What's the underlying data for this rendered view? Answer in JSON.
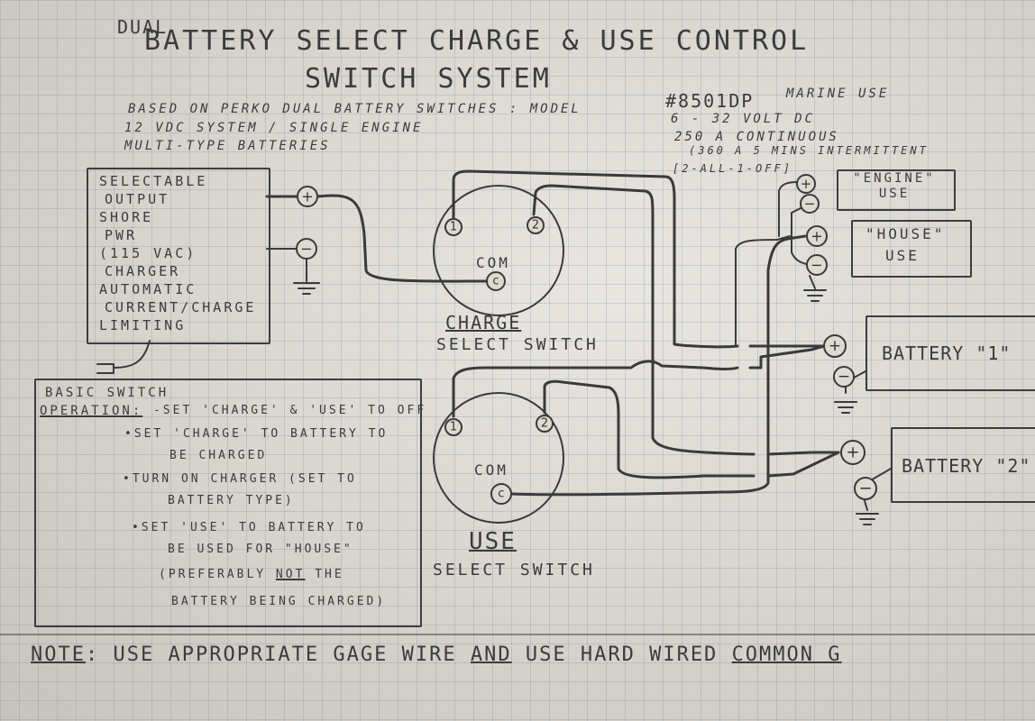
{
  "title": {
    "line1_prefix": "DUAL",
    "line1": "BATTERY SELECT CHARGE & USE CONTROL",
    "line2": "SWITCH SYSTEM"
  },
  "specs": {
    "based_on": "BASED ON PERKO DUAL BATTERY SWITCHES : MODEL",
    "model_number": "#8501DP",
    "marine_use": "MARINE USE",
    "system": "12 VDC SYSTEM / SINGLE ENGINE",
    "batteries": "MULTI-TYPE BATTERIES",
    "voltage": "6 - 32 VOLT DC",
    "continuous": "250 A CONTINUOUS",
    "intermittent": "(360 A 5 MINS INTERMITTENT",
    "positions": "[2-ALL-1-OFF]"
  },
  "charger": {
    "lines": [
      "SELECTABLE",
      "OUTPUT",
      "SHORE",
      "PWR",
      "(115 VAC)",
      "CHARGER",
      "AUTOMATIC",
      "CURRENT/CHARGE",
      "LIMITING"
    ]
  },
  "loads": {
    "engine": "\"ENGINE\" USE",
    "house_line1": "\"HOUSE\"",
    "house_line2": "USE"
  },
  "batteries": {
    "b1": "BATTERY \"1\"",
    "b2": "BATTERY \"2\""
  },
  "charge_switch": {
    "t1": "1",
    "t2": "2",
    "common_label": "COM",
    "common_terminal": "c",
    "name": "CHARGE",
    "subtitle": "SELECT SWITCH"
  },
  "use_switch": {
    "t1": "1",
    "t2": "2",
    "common_label": "COM",
    "common_terminal": "c",
    "name": "USE",
    "subtitle": "SELECT SWITCH"
  },
  "operation": {
    "heading1": "BASIC SWITCH",
    "heading2": "OPERATION:",
    "step1": "-SET 'CHARGE' & 'USE' TO OFF",
    "step2a": "•SET 'CHARGE' TO BATTERY TO",
    "step2b": "BE CHARGED",
    "step3a": "•TURN ON CHARGER (SET TO",
    "step3b": "BATTERY TYPE)",
    "step4a": "•SET 'USE' TO BATTERY TO",
    "step4b": "BE USED FOR \"HOUSE\"",
    "step4c_pre": "(PREFERABLY",
    "step4c_not": "NOT",
    "step4c_post": "THE",
    "step4d": "BATTERY BEING CHARGED)"
  },
  "note": {
    "label": "NOTE",
    "sep": ":",
    "text1": "USE APPROPRIATE GAGE WIRE",
    "and": "AND",
    "text2": "USE HARD WIRED",
    "text3": "COMMON G"
  },
  "symbols": {
    "plus": "+",
    "minus": "−"
  },
  "colors": {
    "ink": "#3b3b3b",
    "paper": "#dedad2",
    "grid": "#8c9aa0"
  }
}
